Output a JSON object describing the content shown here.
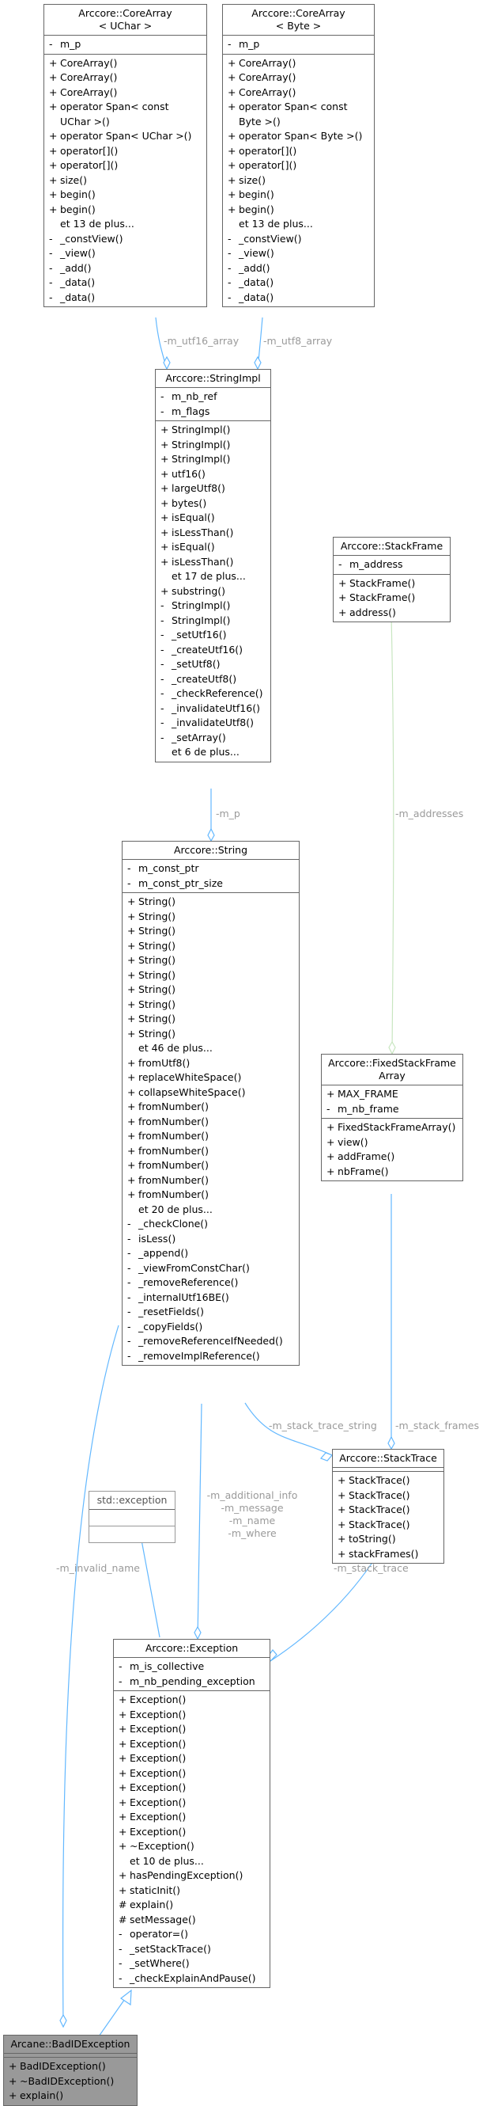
{
  "edge_labels": {
    "utf16_array": "-m_utf16_array",
    "utf8_array": "-m_utf8_array",
    "p": "-m_p",
    "addresses": "-m_addresses",
    "stack_trace_string": "-m_stack_trace_string",
    "stack_frames": "-m_stack_frames",
    "stack_trace": "-m_stack_trace",
    "invalid_name": "-m_invalid_name",
    "additional_info": "-m_additional_info",
    "message": "-m_message",
    "name": "-m_name",
    "where": "-m_where"
  },
  "colors": {
    "edge_aggregation": "#63b8ff",
    "edge_faint": "#c8e6c0",
    "box_border": "#666666",
    "focus_fill": "#999999"
  },
  "classes": {
    "corearray_uchar": {
      "title": [
        "Arccore::CoreArray",
        "< UChar >"
      ],
      "attributes": [
        {
          "vis": "-",
          "name": "m_p"
        }
      ],
      "methods": [
        {
          "vis": "+",
          "name": "CoreArray()"
        },
        {
          "vis": "+",
          "name": "CoreArray()"
        },
        {
          "vis": "+",
          "name": "CoreArray()"
        },
        {
          "vis": "+",
          "name": "operator Span< const"
        },
        {
          "vis": "",
          "name": "UChar >()"
        },
        {
          "vis": "+",
          "name": "operator Span< UChar >()"
        },
        {
          "vis": "+",
          "name": "operator[]()"
        },
        {
          "vis": "+",
          "name": "operator[]()"
        },
        {
          "vis": "+",
          "name": "size()"
        },
        {
          "vis": "+",
          "name": "begin()"
        },
        {
          "vis": "+",
          "name": "begin()"
        },
        {
          "vis": "",
          "name": "et 13 de plus..."
        },
        {
          "vis": "-",
          "name": "_constView()"
        },
        {
          "vis": "-",
          "name": "_view()"
        },
        {
          "vis": "-",
          "name": "_add()"
        },
        {
          "vis": "-",
          "name": "_data()"
        },
        {
          "vis": "-",
          "name": "_data()"
        }
      ]
    },
    "corearray_byte": {
      "title": [
        "Arccore::CoreArray",
        "< Byte >"
      ],
      "attributes": [
        {
          "vis": "-",
          "name": "m_p"
        }
      ],
      "methods": [
        {
          "vis": "+",
          "name": "CoreArray()"
        },
        {
          "vis": "+",
          "name": "CoreArray()"
        },
        {
          "vis": "+",
          "name": "CoreArray()"
        },
        {
          "vis": "+",
          "name": "operator Span< const"
        },
        {
          "vis": "",
          "name": "Byte >()"
        },
        {
          "vis": "+",
          "name": "operator Span< Byte >()"
        },
        {
          "vis": "+",
          "name": "operator[]()"
        },
        {
          "vis": "+",
          "name": "operator[]()"
        },
        {
          "vis": "+",
          "name": "size()"
        },
        {
          "vis": "+",
          "name": "begin()"
        },
        {
          "vis": "+",
          "name": "begin()"
        },
        {
          "vis": "",
          "name": "et 13 de plus..."
        },
        {
          "vis": "-",
          "name": "_constView()"
        },
        {
          "vis": "-",
          "name": "_view()"
        },
        {
          "vis": "-",
          "name": "_add()"
        },
        {
          "vis": "-",
          "name": "_data()"
        },
        {
          "vis": "-",
          "name": "_data()"
        }
      ]
    },
    "stringimpl": {
      "title": [
        "Arccore::StringImpl"
      ],
      "attributes": [
        {
          "vis": "-",
          "name": "m_nb_ref"
        },
        {
          "vis": "-",
          "name": "m_flags"
        }
      ],
      "methods": [
        {
          "vis": "+",
          "name": "StringImpl()"
        },
        {
          "vis": "+",
          "name": "StringImpl()"
        },
        {
          "vis": "+",
          "name": "StringImpl()"
        },
        {
          "vis": "+",
          "name": "utf16()"
        },
        {
          "vis": "+",
          "name": "largeUtf8()"
        },
        {
          "vis": "+",
          "name": "bytes()"
        },
        {
          "vis": "+",
          "name": "isEqual()"
        },
        {
          "vis": "+",
          "name": "isLessThan()"
        },
        {
          "vis": "+",
          "name": "isEqual()"
        },
        {
          "vis": "+",
          "name": "isLessThan()"
        },
        {
          "vis": "",
          "name": "et 17 de plus..."
        },
        {
          "vis": "+",
          "name": "substring()"
        },
        {
          "vis": "-",
          "name": "StringImpl()"
        },
        {
          "vis": "-",
          "name": "StringImpl()"
        },
        {
          "vis": "-",
          "name": "_setUtf16()"
        },
        {
          "vis": "-",
          "name": "_createUtf16()"
        },
        {
          "vis": "-",
          "name": "_setUtf8()"
        },
        {
          "vis": "-",
          "name": "_createUtf8()"
        },
        {
          "vis": "-",
          "name": "_checkReference()"
        },
        {
          "vis": "-",
          "name": "_invalidateUtf16()"
        },
        {
          "vis": "-",
          "name": "_invalidateUtf8()"
        },
        {
          "vis": "-",
          "name": "_setArray()"
        },
        {
          "vis": "",
          "name": "et 6 de plus..."
        }
      ]
    },
    "stackframe": {
      "title": [
        "Arccore::StackFrame"
      ],
      "attributes": [
        {
          "vis": "-",
          "name": "m_address"
        }
      ],
      "methods": [
        {
          "vis": "+",
          "name": "StackFrame()"
        },
        {
          "vis": "+",
          "name": "StackFrame()"
        },
        {
          "vis": "+",
          "name": "address()"
        }
      ]
    },
    "string": {
      "title": [
        "Arccore::String"
      ],
      "attributes": [
        {
          "vis": "-",
          "name": "m_const_ptr"
        },
        {
          "vis": "-",
          "name": "m_const_ptr_size"
        }
      ],
      "methods": [
        {
          "vis": "+",
          "name": "String()"
        },
        {
          "vis": "+",
          "name": "String()"
        },
        {
          "vis": "+",
          "name": "String()"
        },
        {
          "vis": "+",
          "name": "String()"
        },
        {
          "vis": "+",
          "name": "String()"
        },
        {
          "vis": "+",
          "name": "String()"
        },
        {
          "vis": "+",
          "name": "String()"
        },
        {
          "vis": "+",
          "name": "String()"
        },
        {
          "vis": "+",
          "name": "String()"
        },
        {
          "vis": "+",
          "name": "String()"
        },
        {
          "vis": "",
          "name": "et 46 de plus..."
        },
        {
          "vis": "+",
          "name": "fromUtf8()"
        },
        {
          "vis": "+",
          "name": "replaceWhiteSpace()"
        },
        {
          "vis": "+",
          "name": "collapseWhiteSpace()"
        },
        {
          "vis": "+",
          "name": "fromNumber()"
        },
        {
          "vis": "+",
          "name": "fromNumber()"
        },
        {
          "vis": "+",
          "name": "fromNumber()"
        },
        {
          "vis": "+",
          "name": "fromNumber()"
        },
        {
          "vis": "+",
          "name": "fromNumber()"
        },
        {
          "vis": "+",
          "name": "fromNumber()"
        },
        {
          "vis": "+",
          "name": "fromNumber()"
        },
        {
          "vis": "",
          "name": "et 20 de plus..."
        },
        {
          "vis": "-",
          "name": "_checkClone()"
        },
        {
          "vis": "-",
          "name": "isLess()"
        },
        {
          "vis": "-",
          "name": "_append()"
        },
        {
          "vis": "-",
          "name": "_viewFromConstChar()"
        },
        {
          "vis": "-",
          "name": "_removeReference()"
        },
        {
          "vis": "-",
          "name": "_internalUtf16BE()"
        },
        {
          "vis": "-",
          "name": "_resetFields()"
        },
        {
          "vis": "-",
          "name": "_copyFields()"
        },
        {
          "vis": "-",
          "name": "_removeReferenceIfNeeded()"
        },
        {
          "vis": "-",
          "name": "_removeImplReference()"
        }
      ]
    },
    "fixedstackframearray": {
      "title": [
        "Arccore::FixedStackFrame",
        "Array"
      ],
      "attributes": [
        {
          "vis": "+",
          "name": "MAX_FRAME"
        },
        {
          "vis": "-",
          "name": "m_nb_frame"
        }
      ],
      "methods": [
        {
          "vis": "+",
          "name": "FixedStackFrameArray()"
        },
        {
          "vis": "+",
          "name": "view()"
        },
        {
          "vis": "+",
          "name": "addFrame()"
        },
        {
          "vis": "+",
          "name": "nbFrame()"
        }
      ]
    },
    "stacktrace": {
      "title": [
        "Arccore::StackTrace"
      ],
      "attributes": [],
      "methods": [
        {
          "vis": "+",
          "name": "StackTrace()"
        },
        {
          "vis": "+",
          "name": "StackTrace()"
        },
        {
          "vis": "+",
          "name": "StackTrace()"
        },
        {
          "vis": "+",
          "name": "StackTrace()"
        },
        {
          "vis": "+",
          "name": "toString()"
        },
        {
          "vis": "+",
          "name": "stackFrames()"
        }
      ]
    },
    "std_exception": {
      "title": [
        "std::exception"
      ],
      "attributes": [],
      "methods": []
    },
    "exception": {
      "title": [
        "Arccore::Exception"
      ],
      "attributes": [
        {
          "vis": "-",
          "name": "m_is_collective"
        },
        {
          "vis": "-",
          "name": "m_nb_pending_exception"
        }
      ],
      "methods": [
        {
          "vis": "+",
          "name": "Exception()"
        },
        {
          "vis": "+",
          "name": "Exception()"
        },
        {
          "vis": "+",
          "name": "Exception()"
        },
        {
          "vis": "+",
          "name": "Exception()"
        },
        {
          "vis": "+",
          "name": "Exception()"
        },
        {
          "vis": "+",
          "name": "Exception()"
        },
        {
          "vis": "+",
          "name": "Exception()"
        },
        {
          "vis": "+",
          "name": "Exception()"
        },
        {
          "vis": "+",
          "name": "Exception()"
        },
        {
          "vis": "+",
          "name": "Exception()"
        },
        {
          "vis": "+",
          "name": "~Exception()"
        },
        {
          "vis": "",
          "name": "et 10 de plus..."
        },
        {
          "vis": "+",
          "name": "hasPendingException()"
        },
        {
          "vis": "+",
          "name": "staticInit()"
        },
        {
          "vis": "#",
          "name": "explain()"
        },
        {
          "vis": "#",
          "name": "setMessage()"
        },
        {
          "vis": "-",
          "name": "operator=()"
        },
        {
          "vis": "-",
          "name": "_setStackTrace()"
        },
        {
          "vis": "-",
          "name": "_setWhere()"
        },
        {
          "vis": "-",
          "name": "_checkExplainAndPause()"
        }
      ]
    },
    "badidexception": {
      "title": [
        "Arcane::BadIDException"
      ],
      "attributes": [],
      "methods": [
        {
          "vis": "+",
          "name": "BadIDException()"
        },
        {
          "vis": "+",
          "name": "~BadIDException()"
        },
        {
          "vis": "+",
          "name": "explain()"
        }
      ]
    }
  }
}
